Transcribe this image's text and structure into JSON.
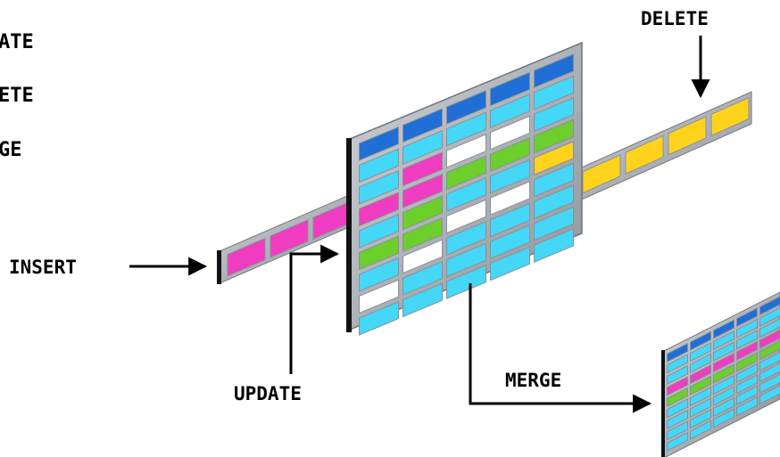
{
  "left_list": [
    "ATE",
    "ETE",
    "GE"
  ],
  "labels": {
    "insert": "INSERT",
    "update": "UPDATE",
    "delete": "DELETE",
    "merge": "MERGE"
  },
  "colors": {
    "dark_blue": "#1f6fd6",
    "cyan": "#45d7f7",
    "white": "#ffffff",
    "magenta": "#f03cc0",
    "green": "#6ccf2c",
    "yellow": "#ffd21c",
    "frame": "#9aa0a8",
    "edge": "#111111"
  }
}
